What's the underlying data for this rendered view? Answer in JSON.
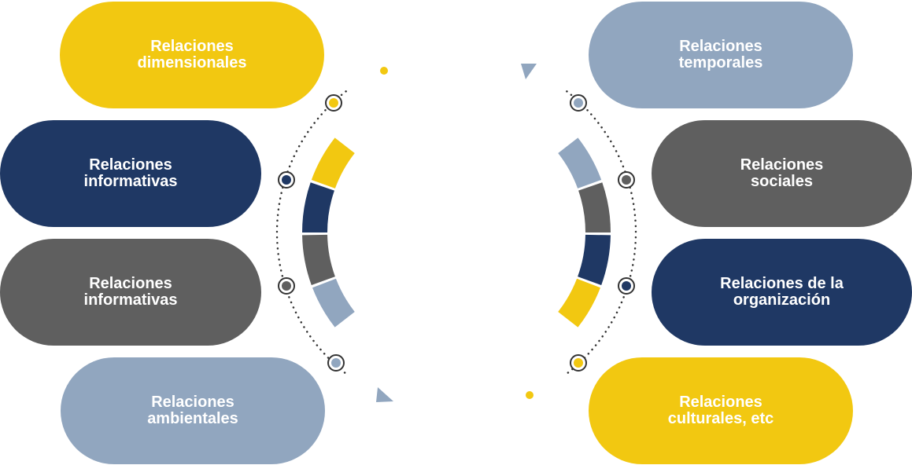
{
  "colors": {
    "yellow": "#F2C811",
    "navy": "#1F3864",
    "gray": "#5F5F5F",
    "steel": "#91A6BF",
    "background": "#FFFFFF"
  },
  "left_nodes": [
    {
      "label": "Relaciones\ndimensionales",
      "color": "#F2C811"
    },
    {
      "label": "Relaciones\ninformativas",
      "color": "#1F3864"
    },
    {
      "label": "Relaciones\ninformativas",
      "color": "#5F5F5F"
    },
    {
      "label": "Relaciones\nambientales",
      "color": "#91A6BF"
    }
  ],
  "right_nodes": [
    {
      "label": "Relaciones\ntemporales",
      "color": "#91A6BF"
    },
    {
      "label": "Relaciones\nsociales",
      "color": "#5F5F5F"
    },
    {
      "label": "Relaciones de la\norganización",
      "color": "#1F3864"
    },
    {
      "label": "Relaciones\nculturales, etc",
      "color": "#F2C811"
    }
  ]
}
